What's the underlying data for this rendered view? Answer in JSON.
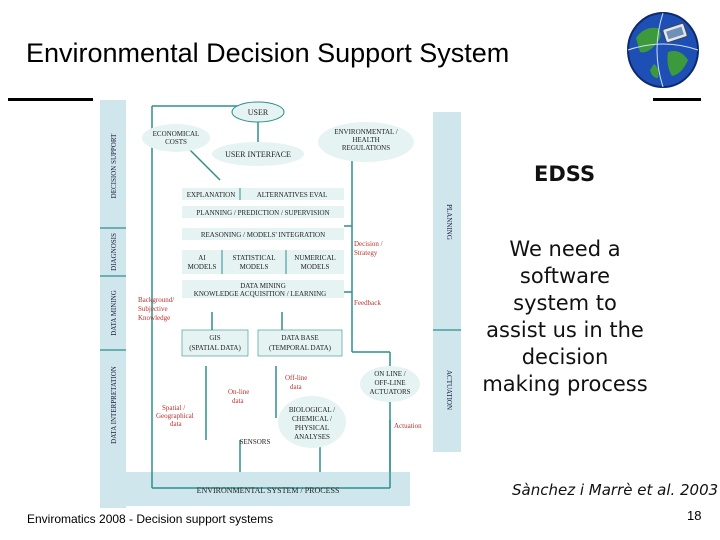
{
  "slide": {
    "title": "Environmental Decision Support System",
    "edss_label": "EDSS",
    "description": "We need a software system to assist us in the decision making process",
    "citation": "Sànchez i Marrè et al. 2003",
    "footer": "Enviromatics 2008 - Decision support systems",
    "page_number": "18"
  },
  "diagram": {
    "side_left": [
      "DECISION SUPPORT",
      "DIAGNOSIS",
      "DATA MINING",
      "DATA INTERPRETATION"
    ],
    "side_right": [
      "PLANNING",
      "ACTUATION"
    ],
    "user": "USER",
    "economical_costs": [
      "ECONOMICAL",
      "COSTS"
    ],
    "env_health": [
      "ENVIRONMENTAL /",
      "HEALTH",
      "REGULATIONS"
    ],
    "user_interface": "USER INTERFACE",
    "explanation": "EXPLANATION",
    "alternatives": "ALTERNATIVES EVAL",
    "planning": "PLANNING / PREDICTION / SUPERVISION",
    "reasoning": "REASONING / MODELS' INTEGRATION",
    "ai_models": [
      "AI",
      "MODELS"
    ],
    "statistical_models": [
      "STATISTICAL",
      "MODELS"
    ],
    "numerical_models": [
      "NUMERICAL",
      "MODELS"
    ],
    "data_mining": [
      "DATA MINING",
      "KNOWLEDGE ACQUISITION / LEARNING"
    ],
    "decision_strategy": [
      "Decision /",
      "Strategy"
    ],
    "feedback": "Feedback",
    "background": [
      "Background/",
      "Subjective",
      "Knowledge"
    ],
    "gis": [
      "GIS",
      "(SPATIAL DATA)"
    ],
    "database": [
      "DATA BASE",
      "(TEMPORAL DATA)"
    ],
    "online_offline": [
      "ON LINE /",
      "OFF-LINE",
      "ACTUATORS"
    ],
    "offline_data": [
      "Off-line",
      "data"
    ],
    "online_data": [
      "On-line",
      "data"
    ],
    "spatial_data": [
      "Spatial /",
      "Geographical",
      "data"
    ],
    "bio": [
      "BIOLOGICAL /",
      "CHEMICAL /",
      "PHYSICAL",
      "ANALYSES"
    ],
    "sensors": "SENSORS",
    "actuation": "Actuation",
    "env_system": "ENVIRONMENTAL SYSTEM / PROCESS"
  },
  "colors": {
    "teal_line": "#2f8f8f",
    "panel": "#cfe6ec",
    "box_fill": "#e6f3f3",
    "red_text": "#b8322d",
    "globe_blue": "#1e4fb5",
    "globe_green": "#3c9a3c"
  }
}
